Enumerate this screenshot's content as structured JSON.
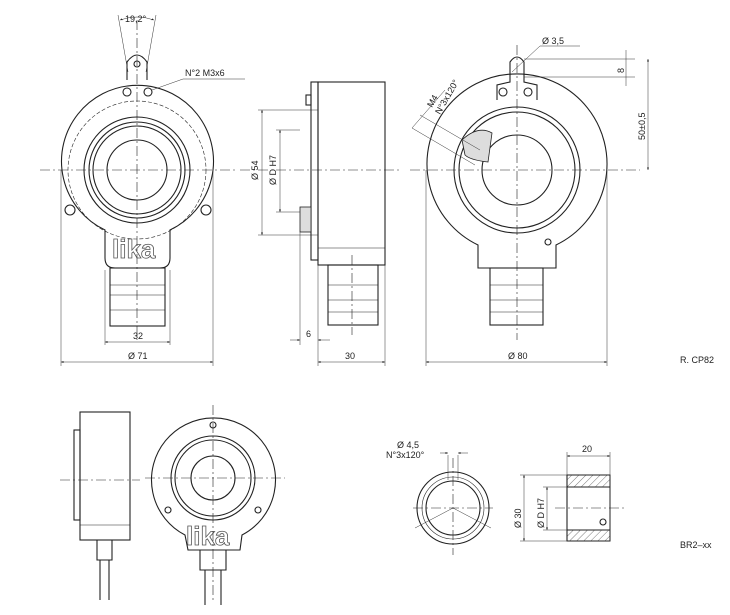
{
  "drawing": {
    "logo": "lika",
    "front_view": {
      "angle": "19,2°",
      "screws": "N°2 M3x6",
      "connector_width": "32",
      "diameter": "Ø 71"
    },
    "side_view": {
      "bore_dia": "Ø 54",
      "shaft": "Ø D H7",
      "flange": "6",
      "depth": "30"
    },
    "rear_view": {
      "hole": "Ø 3,5",
      "lug_height": "8",
      "center_height": "50±0,5",
      "thread": "M4",
      "thread_count": "N°3x120°",
      "diameter": "Ø 80"
    },
    "ref_top": "R. CP82",
    "bush": {
      "hole": "Ø 4,5",
      "hole_count": "N°3x120°",
      "length": "20",
      "outer_dia": "Ø 30",
      "inner_dia": "Ø D H7"
    },
    "ref_bottom": "BR2–xx"
  }
}
